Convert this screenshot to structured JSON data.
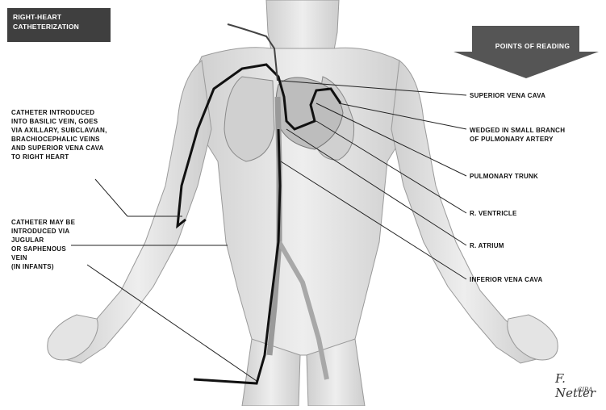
{
  "title": {
    "line1": "RIGHT-HEART",
    "line2": "CATHETERIZATION"
  },
  "points_header": "POINTS OF READING",
  "left_notes": {
    "basilic": [
      "CATHETER INTRODUCED",
      "INTO BASILIC VEIN, GOES",
      "VIA AXILLARY, SUBCLAVIAN,",
      "BRACHIOCEPHALIC VEINS",
      "AND SUPERIOR VENA CAVA",
      "TO RIGHT HEART"
    ],
    "jugular": [
      "CATHETER MAY BE",
      "INTRODUCED VIA",
      "JUGULAR",
      "OR SAPHENOUS",
      "VEIN",
      "(IN INFANTS)"
    ]
  },
  "reading_points": [
    {
      "lines": [
        "SUPERIOR VENA CAVA"
      ]
    },
    {
      "lines": [
        "WEDGED IN SMALL BRANCH",
        "OF PULMONARY ARTERY"
      ]
    },
    {
      "lines": [
        "PULMONARY TRUNK"
      ]
    },
    {
      "lines": [
        "R. VENTRICLE"
      ]
    },
    {
      "lines": [
        "R. ATRIUM"
      ]
    },
    {
      "lines": [
        "INFERIOR VENA CAVA"
      ]
    }
  ],
  "signature": {
    "name": "F. Netter",
    "sub": "CIBA"
  },
  "colors": {
    "title_bg": "#3f3f3f",
    "arrow_fill": "#555555",
    "catheter": "#111111",
    "skin": "#e6e6e6"
  }
}
